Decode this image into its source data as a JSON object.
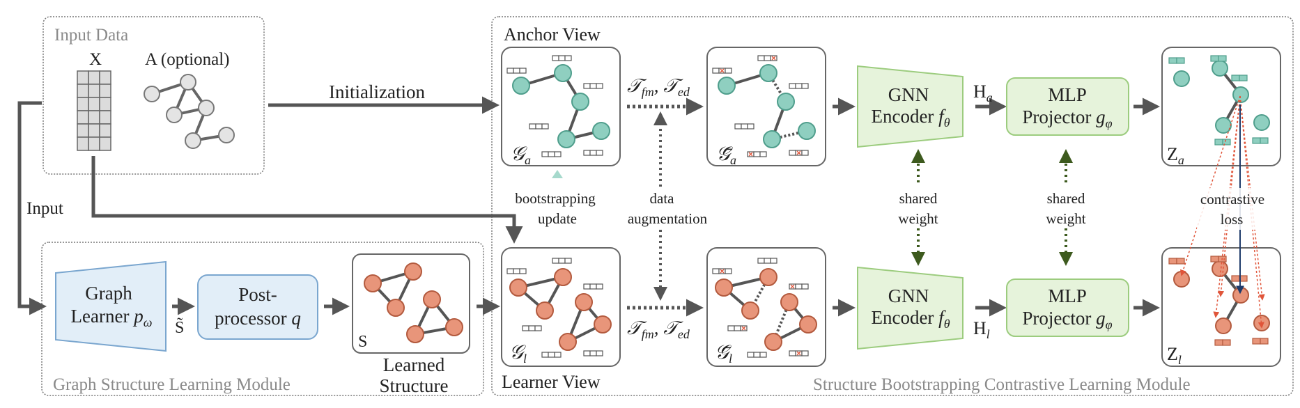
{
  "modules": {
    "input_data": "Input Data",
    "gsl_module": "Graph Structure Learning Module",
    "sbcl_module": "Structure Bootstrapping Contrastive Learning Module"
  },
  "input": {
    "x_label": "X",
    "a_label": "A (optional)",
    "init_label": "Initialization",
    "input_label": "Input"
  },
  "gsl": {
    "learner_line1": "Graph",
    "learner_line2": "Learner",
    "learner_sym": "p",
    "learner_sub": "ω",
    "s_tilde": "S̃",
    "post_line1": "Post-",
    "post_line2": "processor",
    "post_sym": "q",
    "s_label": "S",
    "learned_line1": "Learned",
    "learned_line2": "Structure"
  },
  "views": {
    "anchor_view": "Anchor View",
    "learner_view": "Learner View",
    "ga": "𝒢",
    "ga_sub": "a",
    "gl": "𝒢",
    "gl_sub": "l",
    "gbar": "𝒢̄"
  },
  "aug": {
    "t_top": "𝒯",
    "t_fm": "fm",
    "t_ed": "ed",
    "data_line1": "data",
    "data_line2": "augmentation",
    "boot_line1": "bootstrapping",
    "boot_line2": "update"
  },
  "encoder": {
    "gnn_line1": "GNN",
    "gnn_line2": "Encoder",
    "gnn_sym": "f",
    "gnn_sub": "θ",
    "h": "H",
    "h_a_sub": "a",
    "h_l_sub": "l",
    "mlp_line1": "MLP",
    "mlp_line2": "Projector",
    "mlp_sym": "g",
    "mlp_sub": "φ",
    "shared_line1": "shared",
    "shared_line2": "weight",
    "z": "Z",
    "z_a_sub": "a",
    "z_l_sub": "l",
    "contrastive_line1": "contrastive",
    "contrastive_line2": "loss"
  },
  "colors": {
    "teal_node": "#8fcfc0",
    "orange_node": "#e8957a",
    "green_box": "#e6f3db",
    "blue_box": "#e2eef8",
    "arrow": "#555555"
  }
}
